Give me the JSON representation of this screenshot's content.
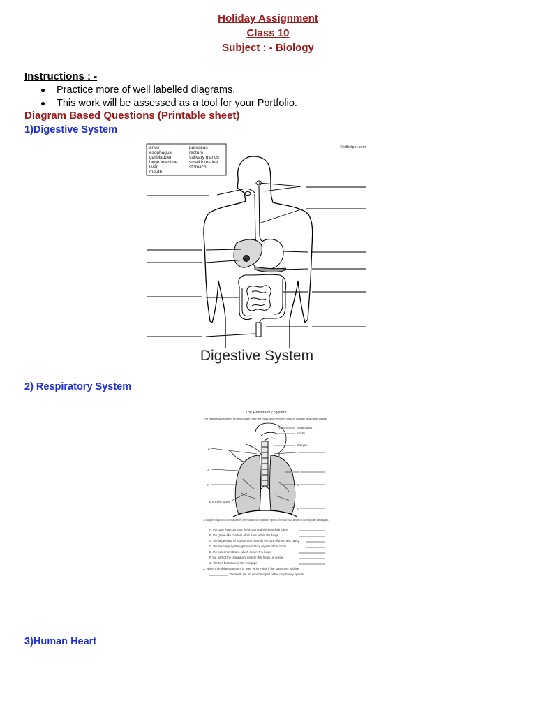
{
  "header": {
    "title": "Holiday Assignment",
    "class": "Class 10",
    "subject": "Subject : - Biology"
  },
  "instructions": {
    "heading": "Instructions : -",
    "items": [
      "Practice more of well labelled diagrams.",
      "This work will be assessed as a tool for your Portfolio."
    ]
  },
  "section_heading": "Diagram Based Questions (Printable sheet)",
  "questions": [
    {
      "label": "1)Digestive System"
    },
    {
      "label": "2) Respiratory System"
    },
    {
      "label": "3)Human Heart"
    }
  ],
  "digestive_diagram": {
    "word_bank": [
      "anus",
      "pancreas",
      "esophagus",
      "rectum",
      "gallbladder",
      "salivary glands",
      "large intestine",
      "small intestine",
      "liver",
      "stomach",
      "mouth"
    ],
    "credit": "©edhelper.com",
    "caption": "Digestive System"
  },
  "respiratory_diagram": {
    "title": "The Respiratory System",
    "intro": "The respiratory system brings oxygen into the body and removes carbon dioxide and other gases.",
    "labels": {
      "nasal_cavity": "nasal cavity",
      "mouth": "mouth",
      "pharynx": "pharynx",
      "bronchial_tubes": "bronchial tubes",
      "A": "A",
      "B": "B",
      "C": "C",
      "D": "D",
      "E": "E",
      "F": "F"
    },
    "q1": "1.   Study the diagram to correctly identify these parts of the respiratory system. Then use each answer to correctly label the diagram.",
    "items": [
      "A.   the tube that connects the throat and the bronchial tubes",
      "B.   the grape-like clusters of air sacs within the lungs",
      "C.   the large band of muscle that controls the size of the chest cavity",
      "D.   the two large lightweight respiratory organs of the body",
      "E.   the outer membrane which covers the lungs",
      "F.   the part of the respiratory system that helps us speak",
      "G.   the two branches of the windpipe"
    ],
    "q2": "2.   Write True if the statement is true. Write False if the statement is false.",
    "q2_stmt": "The teeth are an important part of the respiratory system."
  }
}
